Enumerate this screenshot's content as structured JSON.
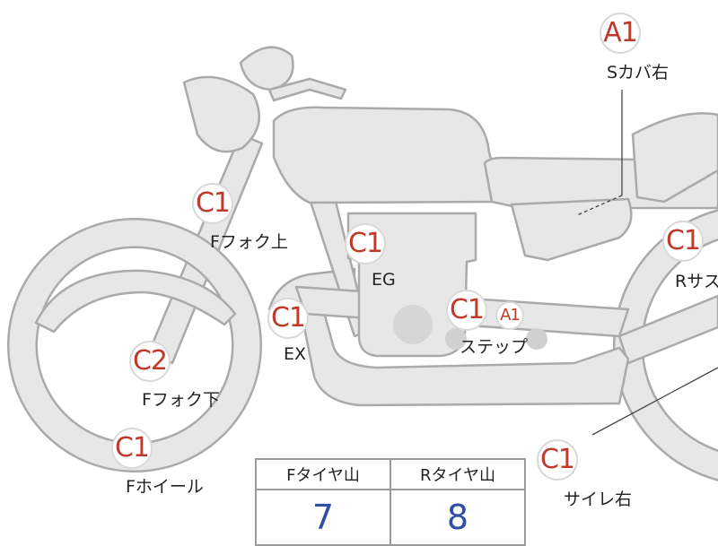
{
  "grades": {
    "s_cover_right": "A1",
    "f_fork_upper": "C1",
    "engine": "C1",
    "r_suspension": "C1",
    "exhaust": "C1",
    "step": "C1",
    "step_sub": "A1",
    "f_fork_lower": "C2",
    "f_wheel": "C1",
    "side_stand_right": "C1"
  },
  "labels": {
    "s_cover_right": "Sカバ右",
    "f_fork_upper": "Fフォク上",
    "engine": "EG",
    "r_suspension": "Rサス",
    "exhaust": "EX",
    "step": "ステップ",
    "f_fork_lower": "Fフォク下",
    "f_wheel": "Fホイール",
    "side_stand_right": "サイレ右"
  },
  "tire_table": {
    "headers": [
      "Fタイヤ山",
      "Rタイヤ山"
    ],
    "values": [
      "7",
      "8"
    ]
  },
  "colors": {
    "grade_text": "#c0392b",
    "table_value": "#2f4fa6",
    "bike_fill": "#e6e7e6",
    "bike_stroke": "#a9aaa9"
  }
}
